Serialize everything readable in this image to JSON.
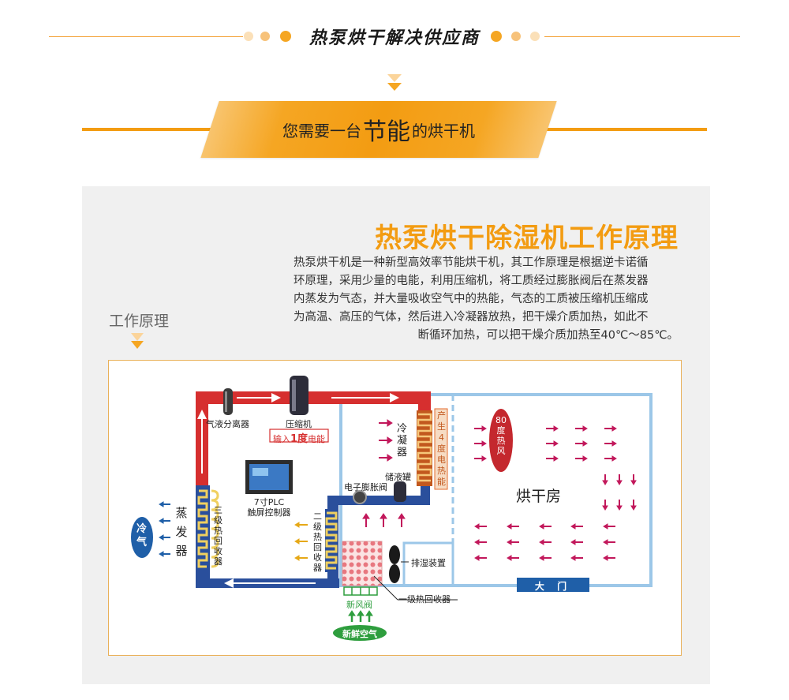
{
  "header": {
    "title": "热泵烘干解决供应商",
    "accent": "#f5a623"
  },
  "banner": {
    "text_before": "您需要一台",
    "text_big": "节能",
    "text_after": "的烘干机"
  },
  "section": {
    "title": "热泵烘干除湿机工作原理",
    "paragraph_lines": [
      "热泵烘干机是一种新型高效率节能烘干机，其工作原理是根据逆卡诺循",
      "环原理，采用少量的电能，利用压缩机，将工质经过膨胀阀后在蒸发器",
      "内蒸发为气态，并大量吸收空气中的热能，气态的工质被压缩机压缩成",
      "为高温、高压的气体，然后进入冷凝器放热，把干燥介质加热，如此不",
      "断循环加热，可以把干燥介质加热至40℃～85℃。"
    ],
    "work_label": "工作原理"
  },
  "diagram": {
    "gas_liquid_separator": "气液分离器",
    "compressor": "压缩机",
    "input_power": "输入1度电能",
    "input_power_parts": [
      "输入",
      "1度",
      "电能"
    ],
    "condenser": "冷凝器",
    "heat_produced": "产生4度电热能",
    "liquid_tank": "储液罐",
    "expansion_valve": "电子膨胀阀",
    "plc_controller": "7寸PLC触屏控制器",
    "plc_line1": "7寸PLC",
    "plc_line2": "触屏控制器",
    "evaporator": "蒸发器",
    "cold_air": "冷气",
    "third_heat_recovery": "三级热回收器",
    "second_heat_recovery": "二级热回收器",
    "hot_air": "80度热风",
    "hot_air_line1": "80",
    "hot_air_line2": "度热风",
    "drying_room": "烘干房",
    "dehumidifier": "排湿装置",
    "first_heat_recovery": "一级热回收器",
    "fresh_air_valve": "新风阀",
    "fresh_air": "新鲜空气",
    "door": "大 门",
    "colors": {
      "hot_pipe": "#d62f2f",
      "cold_pipe": "#2a4f9c",
      "room_border": "#9cc7e8",
      "arrow": "#c2185b",
      "door_bg": "#1f5fa8",
      "fresh_green": "#2e9e3e"
    }
  }
}
